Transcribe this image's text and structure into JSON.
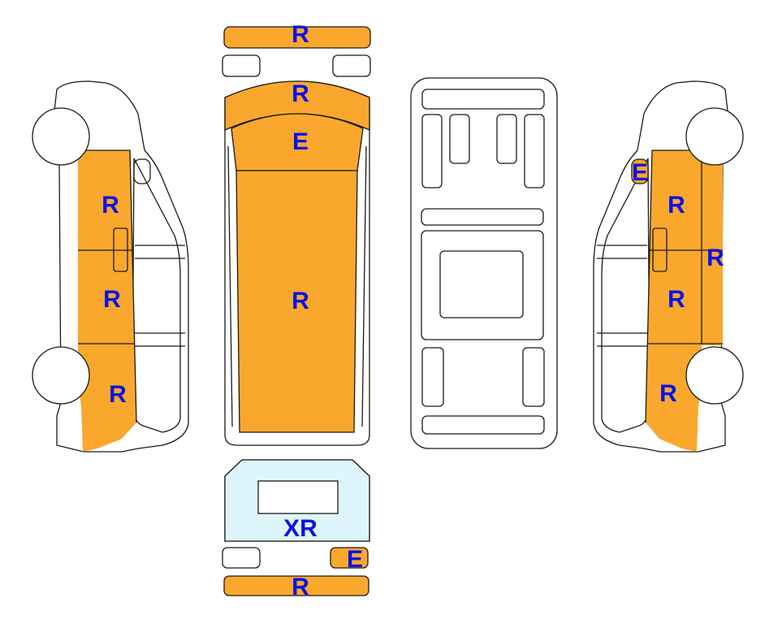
{
  "colors": {
    "damaged": "#FAA72D",
    "glass": "#DFF5FC",
    "label": "#0A12E6",
    "outline": "#1a1a1a"
  },
  "labels": {
    "front_bumper": "R",
    "hood_front": "R",
    "windshield": "E",
    "roof": "R",
    "rear_window": "XR",
    "rear_light_right": "E",
    "rear_bumper": "R",
    "left_front_door": "R",
    "left_middle_panel": "R",
    "left_rear_panel": "R",
    "right_mirror": "E",
    "right_front_door": "R",
    "right_middle_panel": "R",
    "right_rear_panel": "R",
    "right_sill": "R"
  }
}
